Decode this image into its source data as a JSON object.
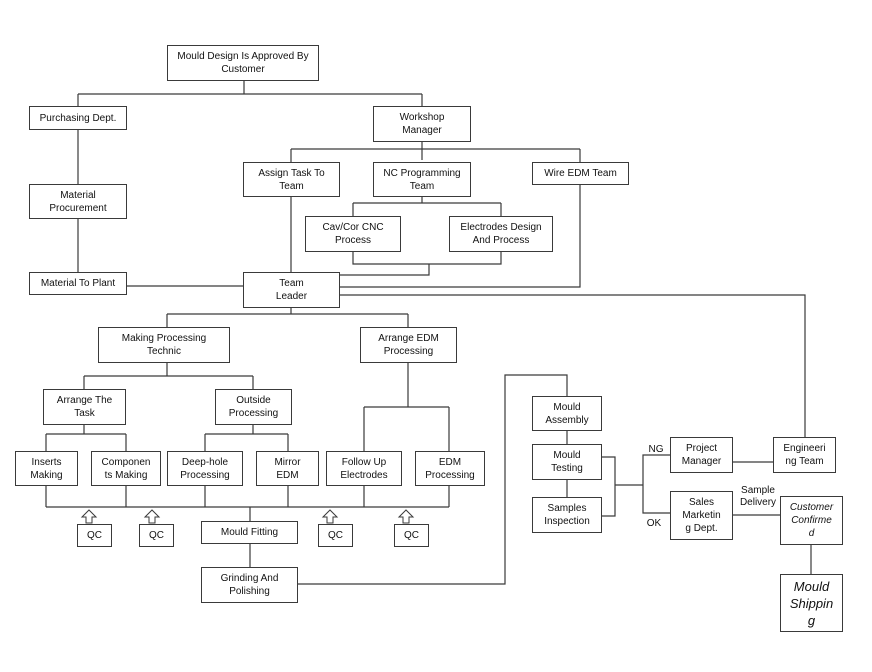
{
  "diagram": {
    "nodes": {
      "approved": "Mould Design Is Approved By\nCustomer",
      "purchasing": "Purchasing Dept.",
      "workshop": "Workshop\nManager",
      "material_procurement": "Material\nProcurement",
      "material_to_plant": "Material To Plant",
      "assign_task": "Assign Task To\nTeam",
      "nc_programming": "NC Programming\nTeam",
      "wire_edm": "Wire EDM Team",
      "cav_cor": "Cav/Cor CNC\nProcess",
      "electrodes_design": "Electrodes Design\nAnd Process",
      "team_leader": "Team\nLeader",
      "making_processing": "Making Processing\nTechnic",
      "arrange_edm": "Arrange EDM\nProcessing",
      "arrange_task": "Arrange The\nTask",
      "outside_processing": "Outside\nProcessing",
      "inserts_making": "Inserts\nMaking",
      "components_making": "Componen\nts Making",
      "deep_hole": "Deep-hole\nProcessing",
      "mirror_edm": "Mirror\nEDM",
      "follow_up": "Follow Up\nElectrodes",
      "edm_processing": "EDM\nProcessing",
      "mould_fitting": "Mould Fitting",
      "grinding": "Grinding And\nPolishing",
      "mould_assembly": "Mould\nAssembly",
      "mould_testing": "Mould\nTesting",
      "samples_inspection": "Samples\nInspection",
      "project_manager": "Project\nManager",
      "engineering_team": "Engineeri\nng Team",
      "sales_marketing": "Sales\nMarketin\ng Dept.",
      "customer_confirmed": "Customer\nConfirme\nd",
      "mould_shipping": "Mould\nShippin\ng"
    },
    "qc_label": "QC",
    "edge_labels": {
      "ng": "NG",
      "ok": "OK",
      "sample_delivery": "Sample\nDelivery"
    }
  }
}
